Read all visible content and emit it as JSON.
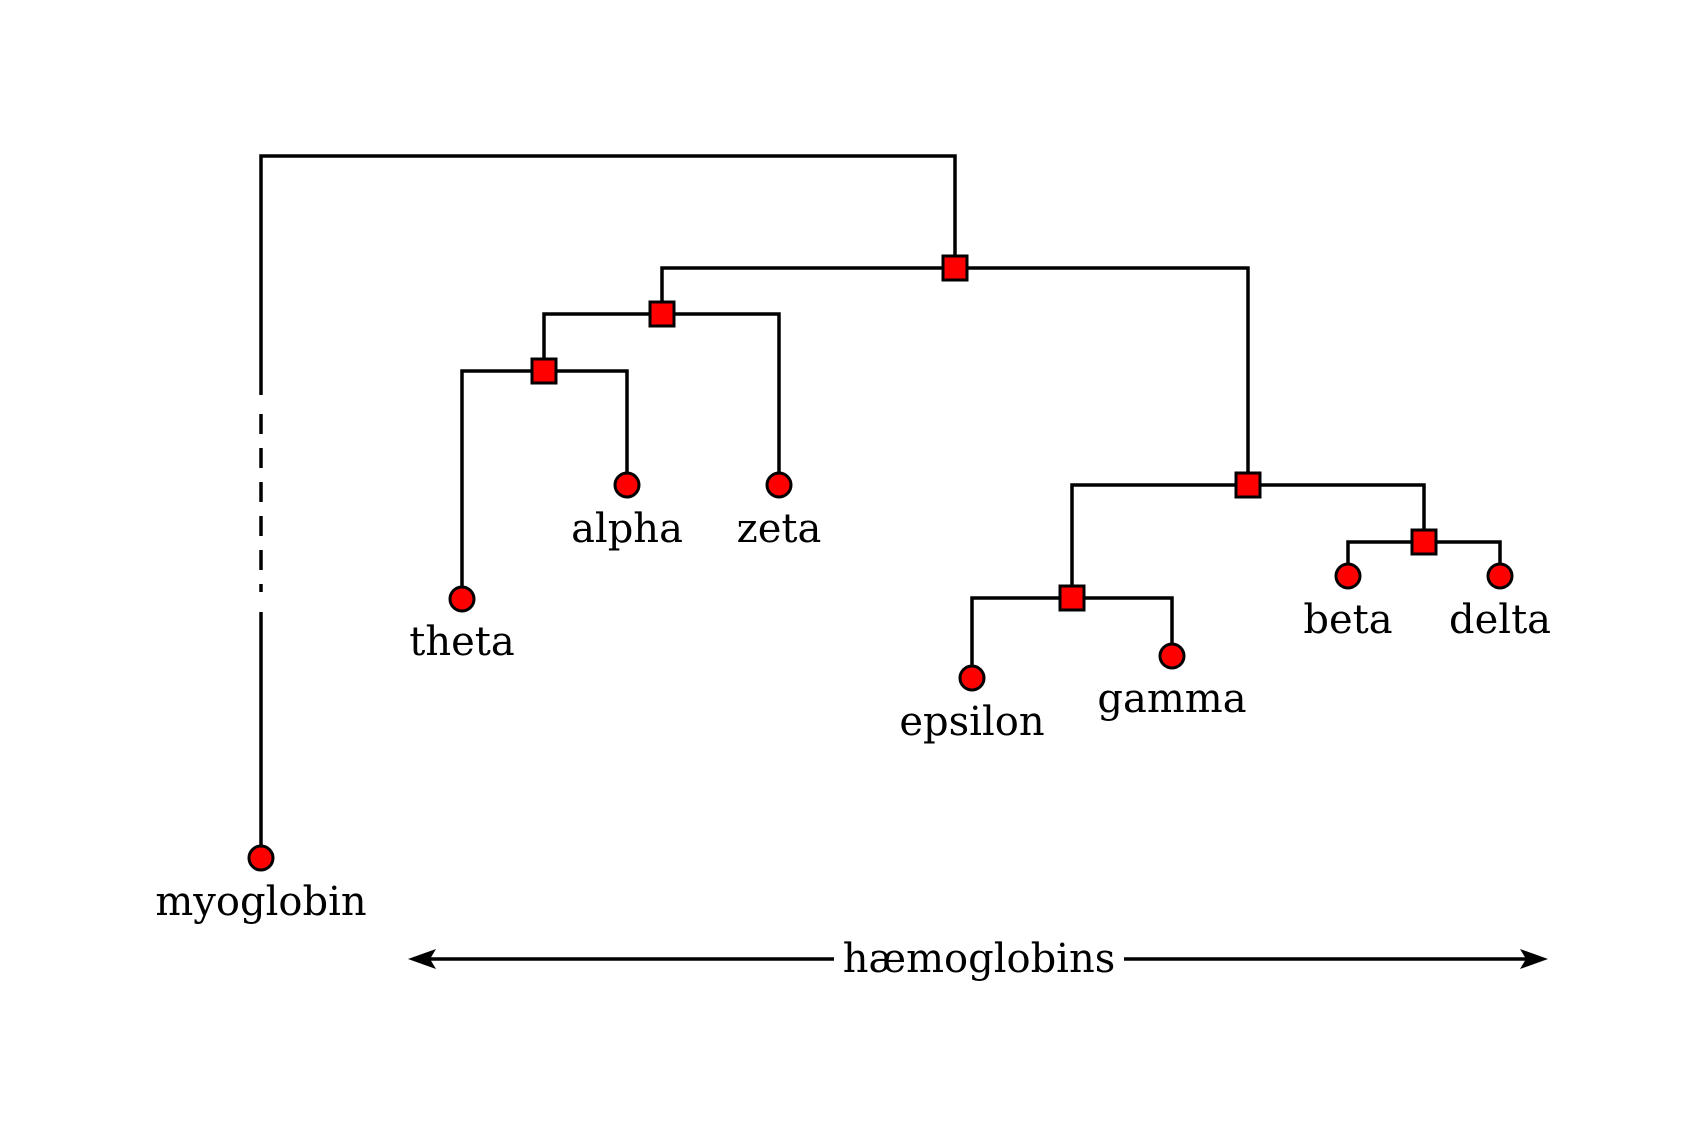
{
  "leaves": {
    "myoglobin": "myoglobin",
    "theta": "theta",
    "alpha": "alpha",
    "zeta": "zeta",
    "epsilon": "epsilon",
    "gamma": "gamma",
    "beta": "beta",
    "delta": "delta"
  },
  "group_label": "hæmoglobins",
  "colors": {
    "node_fill": "#ff0000",
    "line": "#000000",
    "background": "#ffffff"
  },
  "node_shapes": {
    "leaf": "circle",
    "internal": "square"
  }
}
